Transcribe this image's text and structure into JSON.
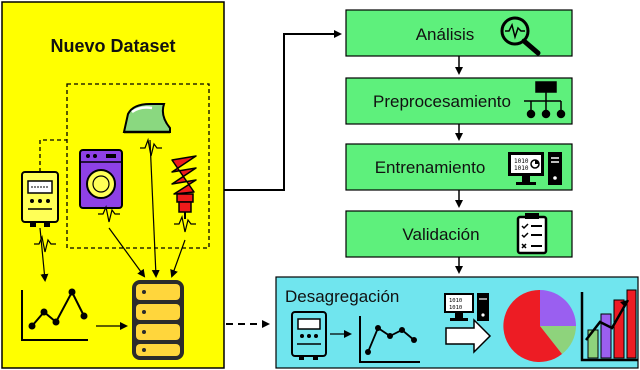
{
  "source_panel": {
    "title": "Nuevo Dataset"
  },
  "pipeline_steps": [
    {
      "label": "Análisis",
      "icon": "magnifier-waveform-icon"
    },
    {
      "label": "Preprocesamiento",
      "icon": "hierarchy-network-icon"
    },
    {
      "label": "Entrenamiento",
      "icon": "computer-training-icon"
    },
    {
      "label": "Validación",
      "icon": "clipboard-checklist-icon"
    }
  ],
  "output_panel": {
    "label": "Desagregación"
  },
  "appliances": [
    "smart-meter-icon",
    "washing-machine-icon",
    "iron-icon",
    "light-bulb-icon"
  ],
  "colors": {
    "source_panel": "#ffff00",
    "step_box": "#5ef07c",
    "output_panel": "#70e5ee",
    "washer": "#8e41e6",
    "iron": "#8ad880",
    "bulb": "#ee1b1b",
    "meter": "#ffff57",
    "database": "#ffd63c",
    "pie_red": "#ed1c24",
    "pie_purple": "#9a5ff0",
    "pie_green": "#8ed37c"
  }
}
